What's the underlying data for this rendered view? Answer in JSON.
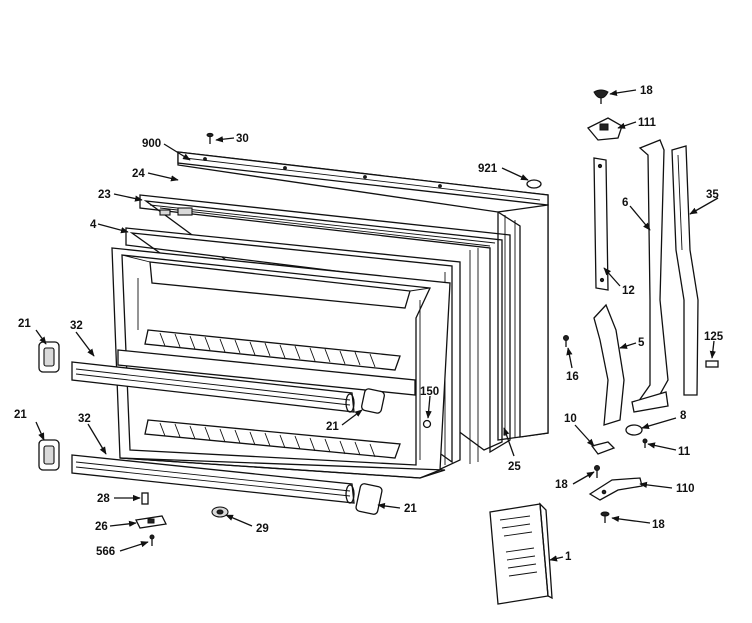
{
  "part_labels": {
    "p900": "900",
    "p30": "30",
    "p24": "24",
    "p23": "23",
    "p4": "4",
    "p921": "921",
    "p18a": "18",
    "p111": "111",
    "p6": "6",
    "p35": "35",
    "p12": "12",
    "p21a": "21",
    "p32a": "32",
    "p5": "5",
    "p125": "125",
    "p16": "16",
    "p150": "150",
    "p21b": "21",
    "p32b": "32",
    "p21c": "21",
    "p10": "10",
    "p8": "8",
    "p11": "11",
    "p25": "25",
    "p18b": "18",
    "p110": "110",
    "p21d": "21",
    "p28": "28",
    "p26": "26",
    "p29": "29",
    "p18c": "18",
    "p566": "566",
    "p1": "1"
  }
}
